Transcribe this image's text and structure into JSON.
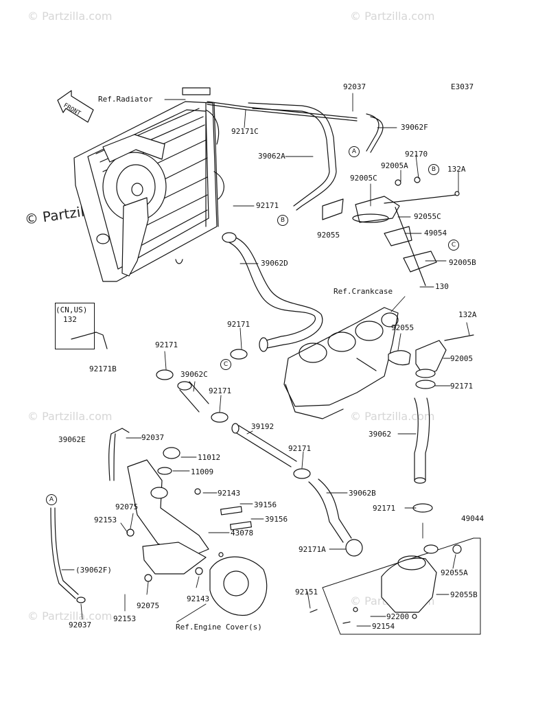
{
  "diagram_code": "E3037",
  "watermarks": {
    "copyright_symbol": "©",
    "text": "Partzilla.com"
  },
  "notes": {
    "region": "(CN,US)"
  },
  "refs": {
    "radiator": "Ref.Radiator",
    "crankcase": "Ref.Crankcase",
    "engine_cover": "Ref.Engine Cover(s)",
    "front": "FRONT"
  },
  "bubbles": {
    "a": "A",
    "b": "B",
    "c": "C"
  },
  "parts": {
    "p92037_top": "92037",
    "p39062F": "39062F",
    "p92171C": "92171C",
    "p39062A": "39062A",
    "p92170": "92170",
    "p92005A": "92005A",
    "p132A_top": "132A",
    "p92005C": "92005C",
    "p92171_upper": "92171",
    "p92055C": "92055C",
    "p92055_upper": "92055",
    "p49054": "49054",
    "p92005B": "92005B",
    "p39062D": "39062D",
    "p130": "130",
    "p132_note": "132",
    "p92171B": "92171B",
    "p92171_mid": "92171",
    "p92055_mid": "92055",
    "p132A_mid": "132A",
    "p92005": "92005",
    "p92171_left": "92171",
    "p39062C": "39062C",
    "p92171_right": "92171",
    "p92171_c": "92171",
    "p39062": "39062",
    "p39192": "39192",
    "p92171_lower": "92171",
    "p39062E": "39062E",
    "p92037_mid": "92037",
    "p11012": "11012",
    "p11009": "11009",
    "p92143_top": "92143",
    "p39156_a": "39156",
    "p39156_b": "39156",
    "p39062B": "39062B",
    "p92075_top": "92075",
    "p92153_top": "92153",
    "p43078": "43078",
    "p92171_bottom": "92171",
    "p49044": "49044",
    "p92171A": "92171A",
    "p92055A": "92055A",
    "p39062F_paren": "(39062F)",
    "p92151": "92151",
    "p92055B": "92055B",
    "p92143_bottom": "92143",
    "p92075_bottom": "92075",
    "p92200": "92200",
    "p92154": "92154",
    "p92037_bottom": "92037",
    "p92153_bottom": "92153"
  }
}
